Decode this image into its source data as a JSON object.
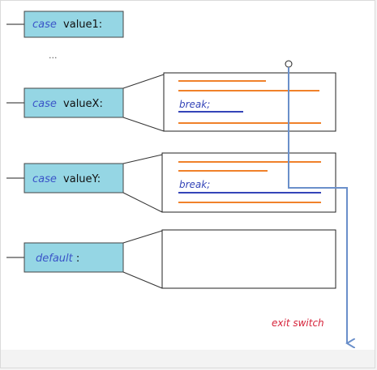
{
  "cases": [
    {
      "keyword": "case",
      "value": "value1:"
    },
    {
      "keyword": "case",
      "value": "valueX:"
    },
    {
      "keyword": "case",
      "value": "valueY:"
    },
    {
      "keyword": "default",
      "value": ":"
    }
  ],
  "ellipsis": "...",
  "code_blocks": [
    {
      "break_label": "break;"
    },
    {
      "break_label": "break;"
    }
  ],
  "exit_label": "exit switch",
  "colors": {
    "case_box_fill": "#95d6e4",
    "keyword_blue": "#3a54c8",
    "code_line_orange": "#f0812a",
    "break_line_blue": "#3444b8",
    "flow_arrow": "#6a8fca",
    "exit_label_red": "#d6233a"
  }
}
